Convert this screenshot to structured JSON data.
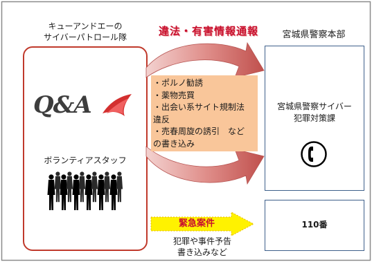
{
  "left_org": {
    "title_line1": "キューアンドエーの",
    "title_line2": "サイバーパトロール隊",
    "logo_text": "Q&A",
    "staff_label": "ボランティアスタッフ"
  },
  "report_arrow": {
    "label": "違法・有害情報通報",
    "items": [
      "・ポルノ勧誘",
      "・薬物売買",
      "・出会い系サイト規制法",
      "違反",
      "・売春周旋の誘引　など",
      "の書き込み"
    ]
  },
  "police": {
    "hq_title": "宮城県警察本部",
    "division_line1": "宮城県警察サイバー",
    "division_line2": "犯罪対策課",
    "emergency_label": "110番"
  },
  "urgent_arrow": {
    "label": "緊急案件",
    "caption_line1": "犯罪や事件予告",
    "caption_line2": "書き込みなど"
  },
  "icons": {
    "logo": "qa-logo-icon",
    "staff": "people-silhouette-icon",
    "phone": "telephone-icon",
    "report_arrow": "curved-arrow-icon",
    "urgent_arrow": "right-arrow-icon"
  },
  "colors": {
    "left_box_border": "#c0392b",
    "right_box_border": "#3d5f8a",
    "list_background": "#f9c69a",
    "arrow_fill": "#c0504d",
    "urgent_arrow_fill": "#fff200",
    "label_red": "#c8102e"
  }
}
